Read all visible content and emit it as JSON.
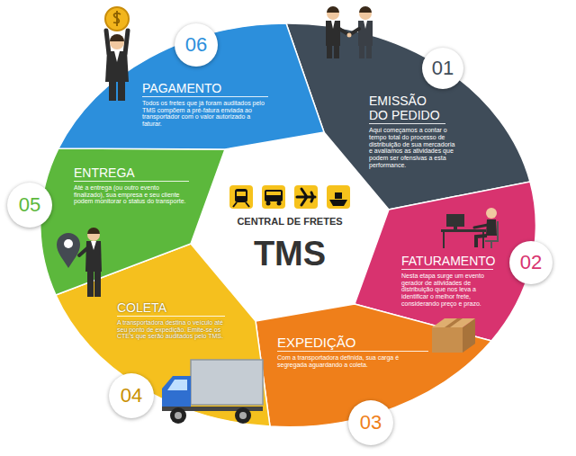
{
  "diagram": {
    "nodes": [
      {
        "text": [
          "EMISSÃO DO PEDIDO",
          "Aqui começamos a contar o tempo total do processo de distribuição de sua mercadoria e avaliamos as atividades que podem ser ofensivas a esta performance."
        ]
      },
      {
        "text": [
          "01"
        ]
      },
      {
        "text": [
          "FATURAMENTO",
          "Nesta etapa surge um evento gerador de atividades de distribuição que nos leva a identificar o melhor frete, considerando preço e prazo."
        ]
      },
      {
        "text": [
          "02"
        ]
      },
      {
        "text": [
          "EXPEDIÇÃO",
          "Com a transportadora definida, sua carga é segregada aguardando a coleta."
        ]
      },
      {
        "text": [
          "03"
        ]
      },
      {
        "text": [
          "COLETA",
          "A transportadora destina o veículo até seu ponto de expedição. Emite-se os CTE's que serão auditados pelo TMS."
        ]
      },
      {
        "text": [
          "04"
        ]
      },
      {
        "text": [
          "ENTREGA",
          "Até a entrega (ou outro evento finalizado), sua empresa e seu cliente podem monitorar o status do transporte."
        ]
      },
      {
        "text": [
          "05"
        ]
      },
      {
        "text": [
          "PAGAMENTO",
          "Todos os fretes que já foram auditados pelo TMS compõem a pré-fatura enviada ao transportador com o valor autorizado a faturar."
        ]
      },
      {
        "text": [
          "06"
        ]
      }
    ],
    "labels": [
      "CENTRAL DE FRETES",
      "TMS"
    ]
  }
}
